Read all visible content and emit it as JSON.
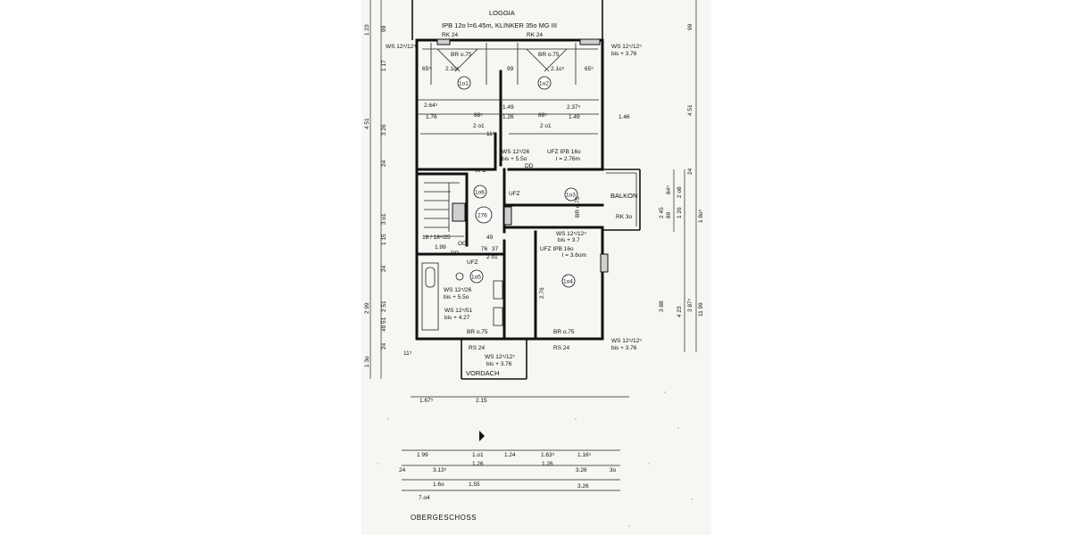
{
  "plan": {
    "title": "OBERGESCHOSS",
    "loggia": "LOGGIA",
    "beam_top": "IPB 12o l=6.45m,  KLINKER 35o MG III",
    "rk_left": "RK 24",
    "rk_mid": "RK 24",
    "balkon": "BALKON",
    "rk_30": "RK 3o",
    "vordach": "VORDACH",
    "rs_left": "RS 24",
    "rs_right": "RS 24"
  },
  "rooms": [
    {
      "id": "1o1",
      "label": "1o1"
    },
    {
      "id": "1o2",
      "label": "1o2"
    },
    {
      "id": "1o3",
      "label": "1o3"
    },
    {
      "id": "1o4",
      "label": "1o4"
    },
    {
      "id": "1o5",
      "label": "1o5"
    },
    {
      "id": "1o6",
      "label": "1o6"
    },
    {
      "id": "276",
      "label": "276"
    }
  ],
  "annotations": [
    {
      "key": "ws_tl",
      "text": "WS 12⁵/12⁵"
    },
    {
      "key": "ws_tr",
      "text": "WS 12⁵/12⁵"
    },
    {
      "key": "bis_tr",
      "text": "bis + 3.76"
    },
    {
      "key": "br_tl",
      "text": "BR o.75"
    },
    {
      "key": "br_tr",
      "text": "BR o.75"
    },
    {
      "key": "ws_mid",
      "text": "WS 12⁵/26"
    },
    {
      "key": "bis_mid",
      "text": "bis + 5.5o"
    },
    {
      "key": "ufz_top",
      "text": "UFZ  IPB 16o"
    },
    {
      "key": "ipb_top_l",
      "text": "l = 2.76m"
    },
    {
      "key": "dd_top",
      "text": "DD"
    },
    {
      "key": "ufz_l",
      "text": "UFZ"
    },
    {
      "key": "ufz_m",
      "text": "UFZ"
    },
    {
      "key": "br_r",
      "text": "BR o.75"
    },
    {
      "key": "og",
      "text": "OG"
    },
    {
      "key": "steps",
      "text": "18 / 18⁵/25"
    },
    {
      "key": "ws_c",
      "text": "WS 12⁵/12⁵"
    },
    {
      "key": "bis_c",
      "text": "bis + 3.7"
    },
    {
      "key": "ufz_c",
      "text": "UFZ  IPB 16o"
    },
    {
      "key": "ipb_c_l",
      "text": "l = 3.6om"
    },
    {
      "key": "dd_b",
      "text": "DD"
    },
    {
      "key": "ufz_b",
      "text": "UFZ"
    },
    {
      "key": "ws_bath",
      "text": "WS 12⁵/26"
    },
    {
      "key": "bis_bath",
      "text": "bis + 5.5o"
    },
    {
      "key": "ws_bath2",
      "text": "WS 12⁵/51"
    },
    {
      "key": "bis_bath2",
      "text": "bis + 4.27"
    },
    {
      "key": "br_bl",
      "text": "BR o.75"
    },
    {
      "key": "br_bc",
      "text": "BR o.75"
    },
    {
      "key": "ws_br",
      "text": "WS 12⁵/12⁵"
    },
    {
      "key": "bis_br",
      "text": "bis + 3.76"
    },
    {
      "key": "ws_vd",
      "text": "WS 12⁵/12⁵"
    },
    {
      "key": "bis_vd",
      "text": "bis + 3.76"
    }
  ],
  "dims_left": [
    "1 23",
    "99",
    "1 17",
    "4 51",
    "3 26",
    "24",
    "3 o1",
    "1 15",
    "24",
    "2 99",
    "2 51",
    "49 51",
    "24",
    "1 3o"
  ],
  "dims_right": [
    "99",
    "4 51",
    "2 45",
    "3 88",
    "3 87⁵",
    "11 99",
    "4 23",
    "24",
    "84⁵",
    "2 o8",
    "1 8o⁵",
    "1 26",
    "89"
  ],
  "dims_inside": [
    "2.64⁵",
    "1.76",
    "88⁵",
    "1.26",
    "1.49",
    "88⁵",
    "1.49",
    "2.37⁵",
    "1.46",
    "2.1o⁵",
    "99",
    "2.1o⁵",
    "65⁵",
    "65⁵",
    "2 o1",
    "2 o1",
    "1.99",
    "76",
    "37",
    "2 o1",
    "2.76",
    "11⁵",
    "49",
    "11⁵"
  ],
  "dims_bottom": {
    "row0": [
      "1.67⁵",
      "2.15"
    ],
    "row1": [
      "1 99",
      "1.o1",
      "1.24",
      "1.63⁵",
      "1.16⁵"
    ],
    "row2": [
      "24",
      "3.13⁵",
      "1.26",
      "1.26",
      "3.26",
      "3o"
    ],
    "row3": [
      "1.6o",
      "1.55",
      "3.26"
    ],
    "row4": [
      "7.o4"
    ]
  }
}
